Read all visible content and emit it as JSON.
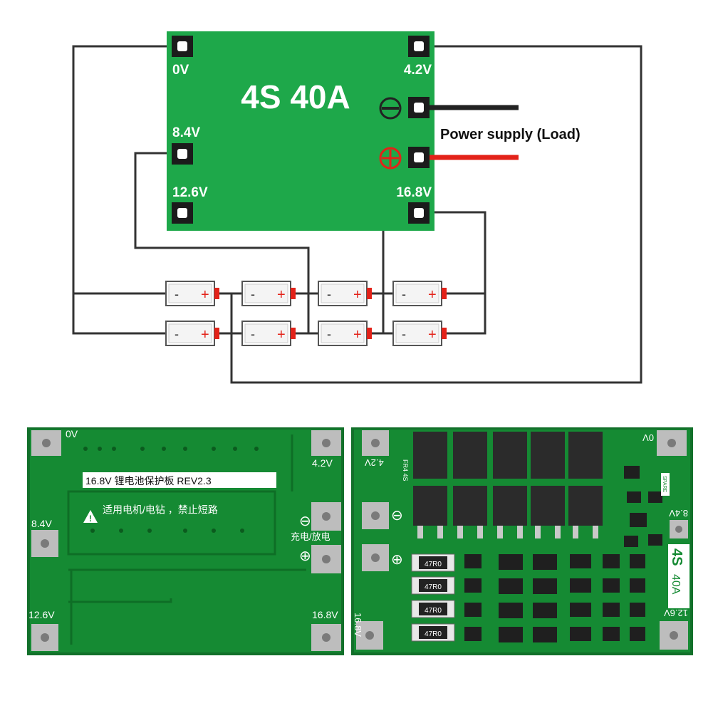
{
  "schematic": {
    "board_title": "4S 40A",
    "pins": {
      "v0": "0V",
      "v42": "4.2V",
      "v84": "8.4V",
      "v126": "12.6V",
      "v168": "16.8V"
    },
    "load_label": "Power supply (Load)",
    "cell_minus": "-",
    "cell_plus": "+",
    "minus_symbol": "⊖",
    "plus_symbol": "⊕",
    "colors": {
      "board": "#1ea84a",
      "wire": "#333333",
      "load_neg": "#222222",
      "load_pos": "#e32219",
      "symbol_red": "#e32219"
    }
  },
  "front_board": {
    "title": "16.8V 锂电池保护板 REV2.3",
    "warning": "适用电机/电钻 ，禁止短路",
    "pad_labels": {
      "v0": "0V",
      "v42": "4.2V",
      "v84": "8.4V",
      "v126": "12.6V",
      "v168": "16.8V"
    },
    "charge_label": "充电/放电",
    "minus": "⊖",
    "plus": "⊕",
    "warning_icon": "warning-triangle-icon"
  },
  "back_board": {
    "pad_labels": {
      "v0": "0V",
      "v42": "4.2V",
      "v84": "8.4V",
      "v126": "12.6V",
      "v168": "16.8V"
    },
    "model_text": "4S",
    "current_text": "40A",
    "resistor_labels": [
      "47R0",
      "47R0",
      "47R0",
      "47R0"
    ],
    "marking_small": "FR4 4S",
    "spare_label": "SPARE",
    "minus": "⊖",
    "plus": "⊕"
  }
}
